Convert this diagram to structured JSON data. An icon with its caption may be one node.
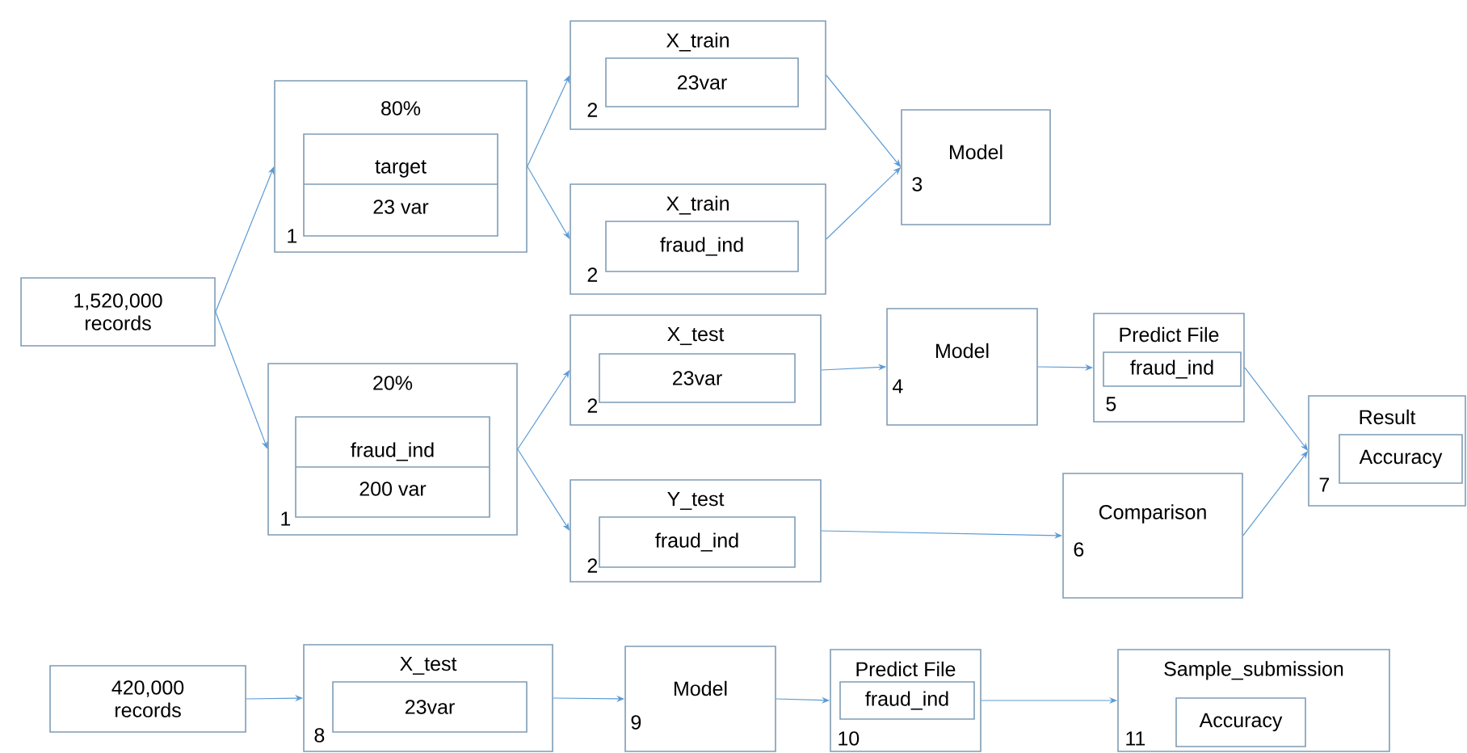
{
  "diagram": {
    "nodes": [
      {
        "text": [
          "1,520,000 records"
        ]
      },
      {
        "text": [
          "80%",
          "1"
        ]
      },
      {
        "text": [
          "target",
          "23 var"
        ],
        "in": 1
      },
      {
        "text": [
          "X_train",
          "2"
        ]
      },
      {
        "text": [
          "23var"
        ],
        "in": 3
      },
      {
        "text": [
          "Model",
          "3"
        ]
      },
      {
        "text": [
          "X_train",
          "2"
        ]
      },
      {
        "text": [
          "fraud_ind"
        ],
        "in": 6
      },
      {
        "text": [
          "20%",
          "1"
        ]
      },
      {
        "text": [
          "fraud_ind",
          "200 var"
        ],
        "in": 8
      },
      {
        "text": [
          "X_test",
          "2"
        ]
      },
      {
        "text": [
          "23var"
        ],
        "in": 10
      },
      {
        "text": [
          "Model",
          "4"
        ]
      },
      {
        "text": [
          "Predict File",
          "5"
        ]
      },
      {
        "text": [
          "fraud_ind"
        ],
        "in": 13
      },
      {
        "text": [
          "Y_test",
          "2"
        ]
      },
      {
        "text": [
          "fraud_ind"
        ],
        "in": 15
      },
      {
        "text": [
          "Comparison",
          "6"
        ]
      },
      {
        "text": [
          "Result",
          "7"
        ]
      },
      {
        "text": [
          "Accuracy"
        ],
        "in": 18
      },
      {
        "text": [
          "420,000 records"
        ]
      },
      {
        "text": [
          "X_test",
          "8"
        ]
      },
      {
        "text": [
          "23var"
        ],
        "in": 21
      },
      {
        "text": [
          "Model",
          "9"
        ]
      },
      {
        "text": [
          "Predict File",
          "10"
        ]
      },
      {
        "text": [
          "fraud_ind"
        ],
        "in": 24
      },
      {
        "text": [
          "Sample_submission",
          "11"
        ]
      },
      {
        "text": [
          "Accuracy"
        ],
        "in": 26
      }
    ],
    "edges": [
      {
        "from": 0,
        "to": 1,
        "arrow": "to"
      },
      {
        "from": 0,
        "to": 8,
        "arrow": "to"
      },
      {
        "from": 1,
        "to": 3,
        "arrow": "to"
      },
      {
        "from": 1,
        "to": 6,
        "arrow": "to"
      },
      {
        "from": 3,
        "to": 5,
        "arrow": "to"
      },
      {
        "from": 6,
        "to": 5,
        "arrow": "to"
      },
      {
        "from": 8,
        "to": 10,
        "arrow": "to"
      },
      {
        "from": 8,
        "to": 15,
        "arrow": "to"
      },
      {
        "from": 10,
        "to": 12,
        "arrow": "to"
      },
      {
        "from": 12,
        "to": 13,
        "arrow": "to"
      },
      {
        "from": 13,
        "to": 18,
        "arrow": "to"
      },
      {
        "from": 15,
        "to": 17,
        "arrow": "to"
      },
      {
        "from": 17,
        "to": 18,
        "arrow": "to"
      },
      {
        "from": 20,
        "to": 21,
        "arrow": "to"
      },
      {
        "from": 21,
        "to": 23,
        "arrow": "to"
      },
      {
        "from": 23,
        "to": 24,
        "arrow": "to"
      },
      {
        "from": 24,
        "to": 26,
        "arrow": "to"
      }
    ]
  }
}
